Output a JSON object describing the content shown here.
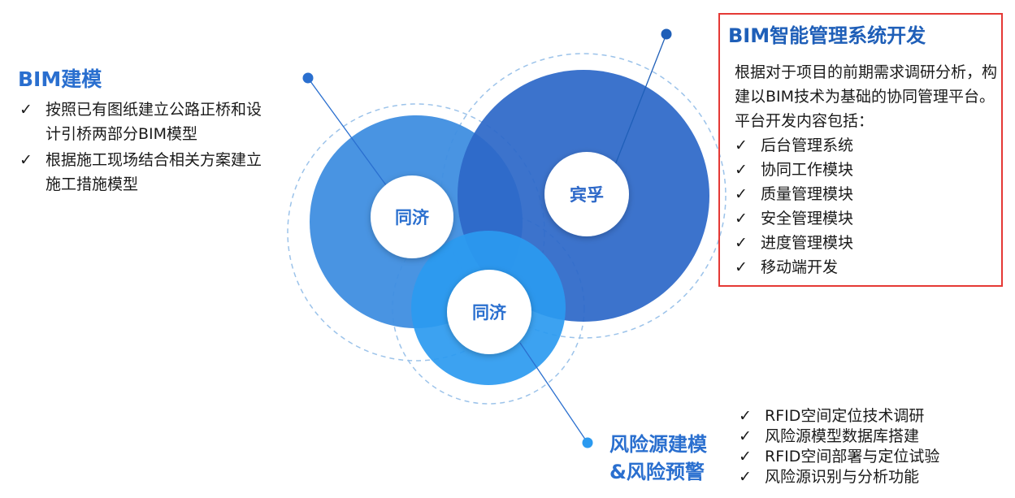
{
  "bim_modeling": {
    "title": "BIM建模",
    "items": [
      "按照已有图纸建立公路正桥和设计引桥两部分BIM模型",
      "根据施工现场结合相关方案建立施工措施模型"
    ]
  },
  "platform": {
    "title": "BIM智能管理系统开发",
    "description": "根据对于项目的前期需求调研分析，构建以BIM技术为基础的协同管理平台。平台开发内容包括：",
    "items": [
      "后台管理系统",
      "协同工作模块",
      "质量管理模块",
      "安全管理模块",
      "进度管理模块",
      "移动端开发"
    ]
  },
  "risk": {
    "title_line1": "风险源建模",
    "title_line2": "&风险预警",
    "items": [
      "RFID空间定位技术调研",
      "风险源模型数据库搭建",
      "RFID空间部署与定位试验",
      "风险源识别与分析功能"
    ]
  },
  "circles": {
    "left_label": "同济",
    "right_label": "宾孚",
    "bottom_label": "同济"
  },
  "check_mark": "✓",
  "colors": {
    "left_circle": "#3f8ee0",
    "right_circle": "#2d68c8",
    "bottom_circle": "#2b9af0",
    "heading_blue": "#2a6fcf",
    "box_border": "#e53935"
  }
}
